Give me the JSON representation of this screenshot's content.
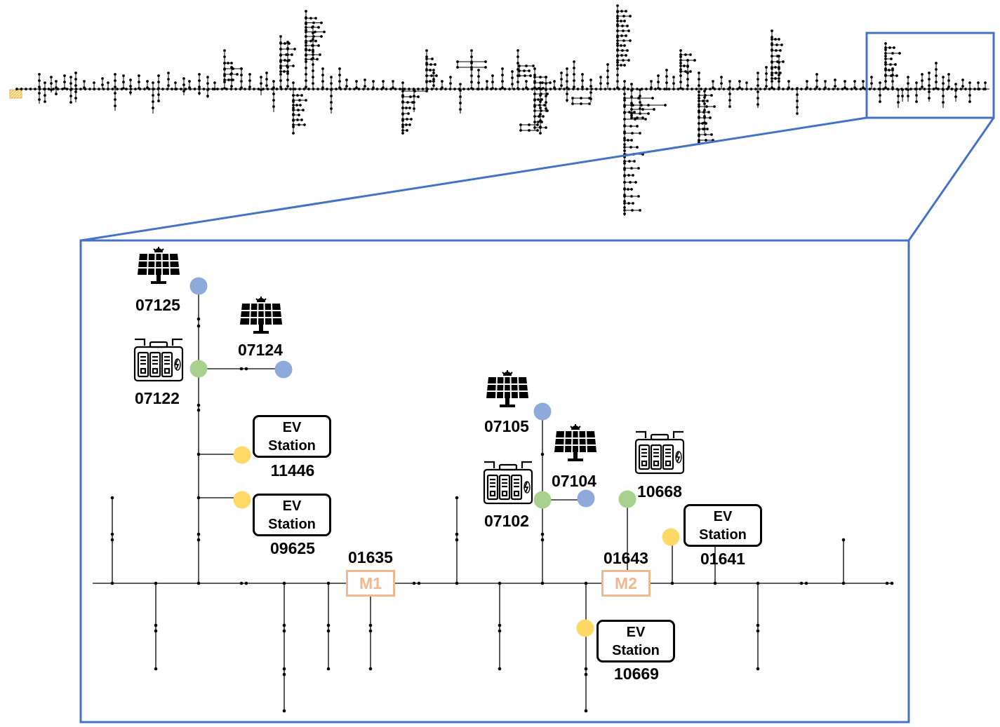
{
  "colors": {
    "zoom_frame": "#4472c4",
    "pv_node": "#8eaadb",
    "battery_node": "#a9d18e",
    "ev_node": "#ffd966",
    "meter": "#f0b88f",
    "line": "#000000",
    "source_node": "#f5d67a"
  },
  "zoom": {
    "meters": [
      {
        "id": "m1",
        "label": "M1"
      },
      {
        "id": "m2",
        "label": "M2"
      }
    ],
    "labels": {
      "n01635": "01635",
      "n01643": "01643",
      "n01641": "01641",
      "n10669": "10669",
      "n09625": "09625",
      "n11446": "11446",
      "n07122": "07122",
      "n07124": "07124",
      "n07125": "07125",
      "n07105": "07105",
      "n07104": "07104",
      "n07102": "07102",
      "n10668": "10668"
    },
    "ev_station": {
      "line1": "EV",
      "line2": "Station"
    },
    "icons": {
      "pv": "solar-panel-icon",
      "battery": "battery-storage-icon"
    }
  }
}
